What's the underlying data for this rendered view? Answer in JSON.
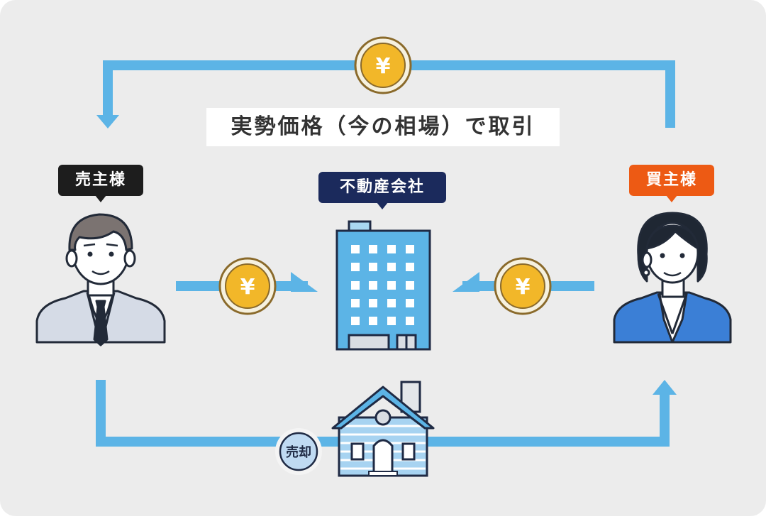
{
  "caption": "実勢価格（今の相場）で取引",
  "labels": {
    "seller": "売主様",
    "agent": "不動産会社",
    "buyer": "買主様"
  },
  "house_badge": "売却",
  "coin_symbol": "¥",
  "colors": {
    "background": "#ececec",
    "arrow": "#5cb4e6",
    "coin": "#f2b729",
    "coin_rim": "#8a6a2b",
    "seller_label": "#1d1d1d",
    "agent_label": "#1b2a5c",
    "buyer_label": "#ed5a14",
    "building": "#5cb4e6",
    "buyer_suit": "#3b7fd6",
    "seller_suit": "#d5dbe6"
  }
}
